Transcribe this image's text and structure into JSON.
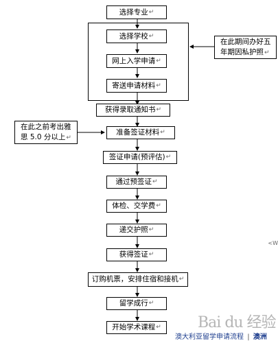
{
  "steps": [
    {
      "label": "选择专业"
    },
    {
      "label": "选择学校"
    },
    {
      "label": "网上入学申请"
    },
    {
      "label": "寄送申请材料"
    },
    {
      "label": "获得录取通知书"
    },
    {
      "label": "准备签证材料"
    },
    {
      "label": "签证申请(预评估)"
    },
    {
      "label": "通过预签证"
    },
    {
      "label": "体检、交学费"
    },
    {
      "label": "递交护照"
    },
    {
      "label": "获得签证"
    },
    {
      "label": "订购机票，安排住宿和接机"
    },
    {
      "label": "留学成行"
    },
    {
      "label": "开始学术课程"
    }
  ],
  "return_mark": "↵",
  "notes": {
    "passport": {
      "line1": "在此期间办好五",
      "line2": "年期因私护照"
    },
    "ielts": {
      "line1": "在此之前考出雅",
      "line2": "思 5.0 分以上"
    }
  },
  "caption": {
    "title": "澳大利亚留学申请流程",
    "separator": "|",
    "tag": "澳洲"
  },
  "watermark": {
    "text": "Bai du 经验"
  },
  "edge_mark": "<W",
  "colors": {
    "caption": "#1f3f8f",
    "line": "#000000"
  }
}
